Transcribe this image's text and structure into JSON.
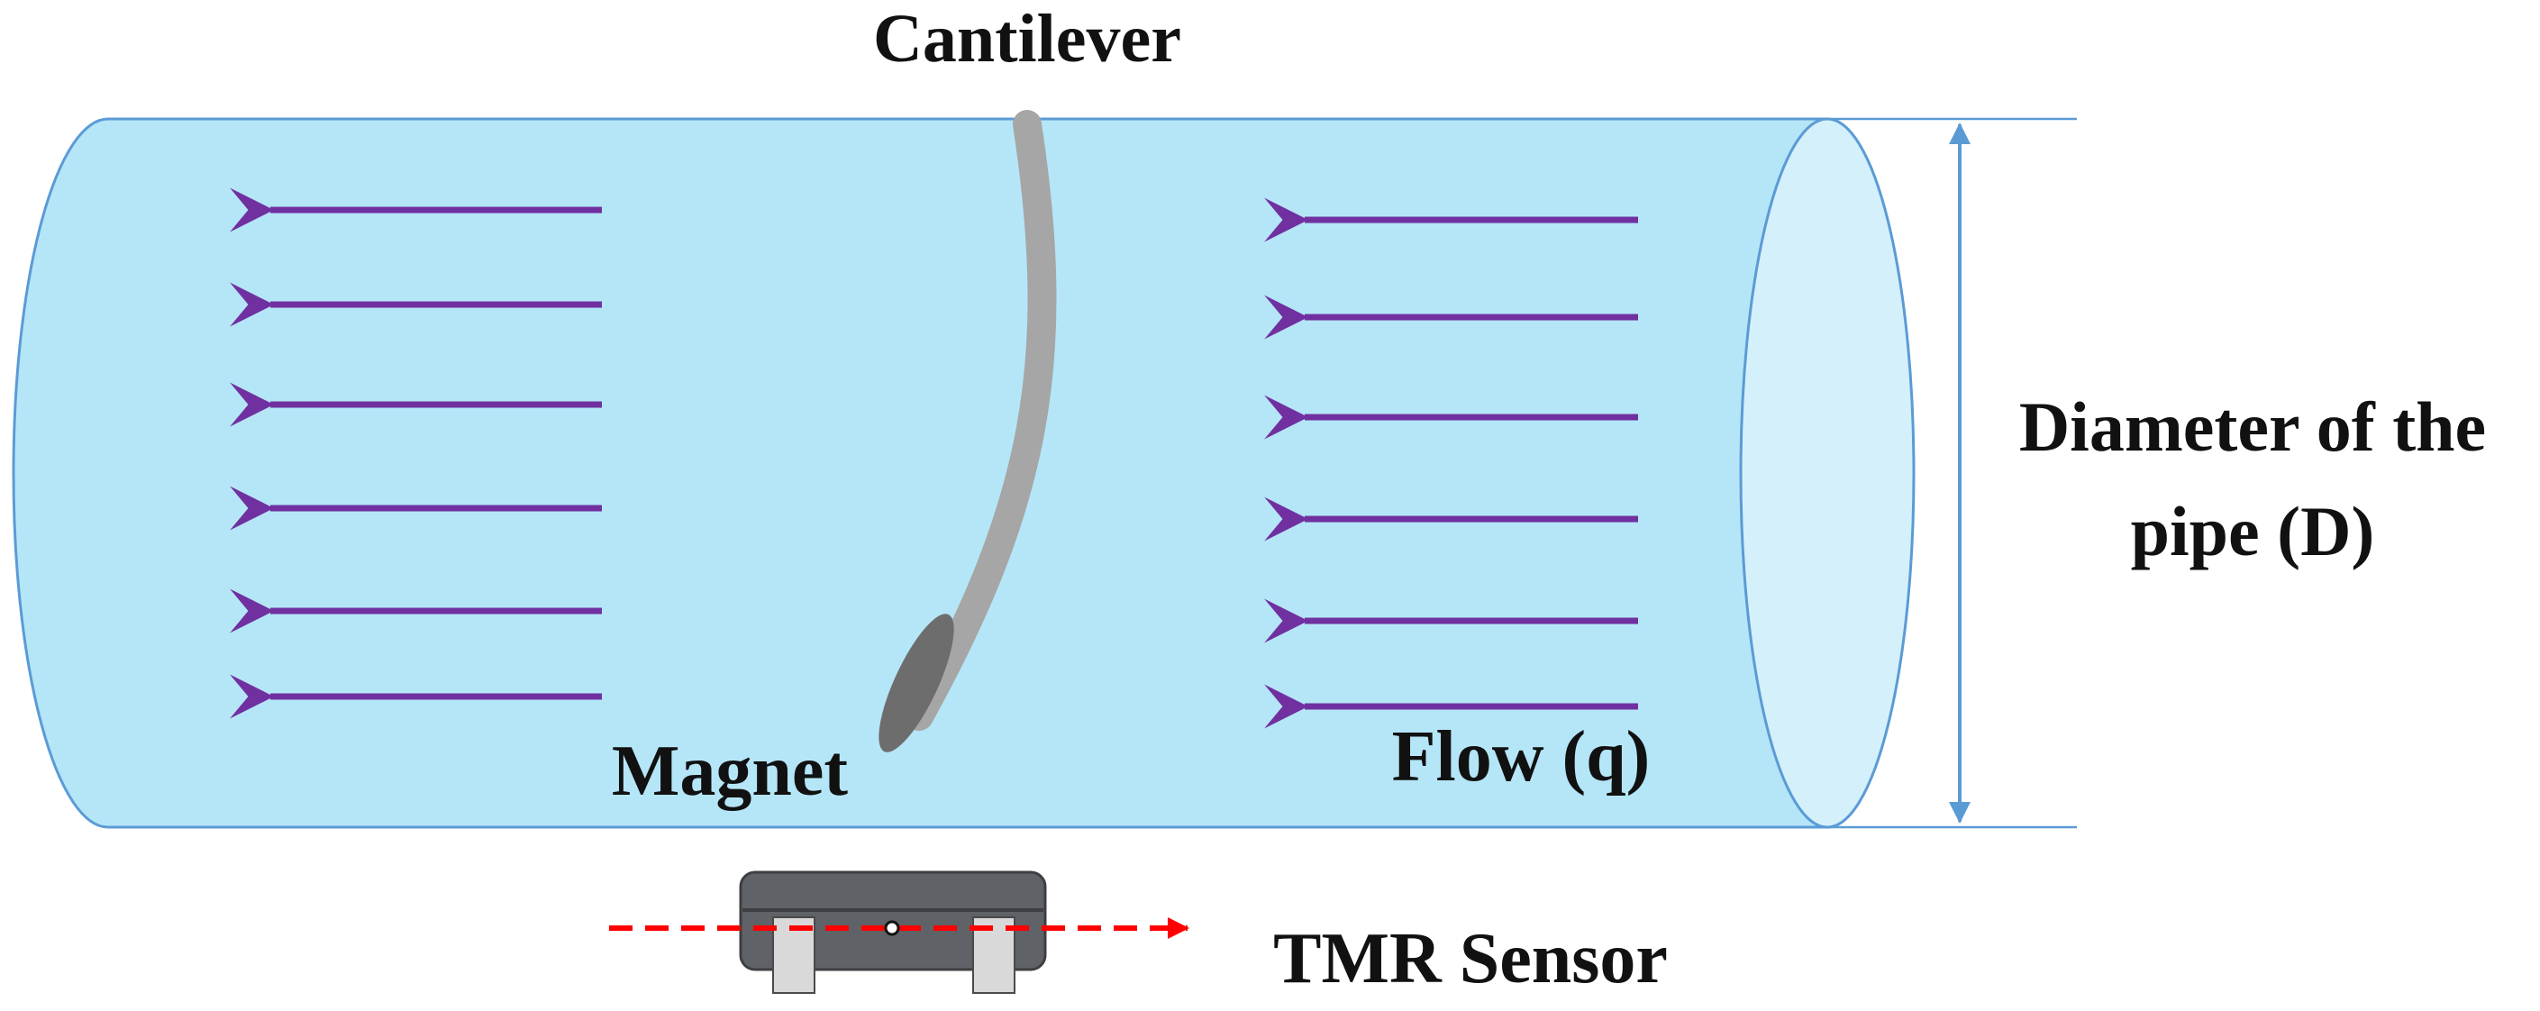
{
  "labels": {
    "cantilever": "Cantilever",
    "magnet": "Magnet",
    "flow": "Flow (q)",
    "diameter_line1": "Diameter of the",
    "diameter_line2": "pipe (D)",
    "sensor": "TMR Sensor"
  },
  "colors": {
    "pipe_fill": "#b5e6f8",
    "pipe_end_fill": "#d4f0fb",
    "pipe_outline": "#5b9bd5",
    "flow_arrow": "#7030a0",
    "cantilever": "#a6a6a6",
    "magnet": "#6d6d6d",
    "sensor_body": "#5f6266",
    "sensor_legs": "#d9d9d9",
    "field_line": "#ff0000",
    "dimension_line": "#5b9bd5"
  },
  "icons": {
    "flow_arrows": "arrow-left",
    "dimension": "double-headed-arrow",
    "field_direction": "arrow-right-dashed"
  }
}
